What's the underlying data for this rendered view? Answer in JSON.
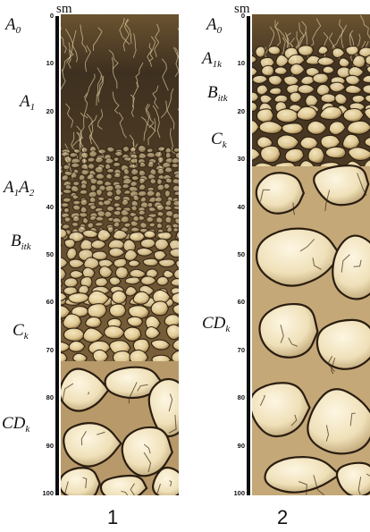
{
  "profile1": {
    "unit": "sm",
    "horizons": [
      {
        "main": "A",
        "sub": "0",
        "sub2": ""
      },
      {
        "main": "A",
        "sub": "1",
        "sub2": ""
      },
      {
        "main": "A",
        "sub": "1",
        "sub2": "A2"
      },
      {
        "main": "B",
        "sub": "itk",
        "sub2": ""
      },
      {
        "main": "C",
        "sub": "k",
        "sub2": ""
      },
      {
        "main": "CD",
        "sub": "k",
        "sub2": ""
      }
    ],
    "ticks": [
      "0",
      "10",
      "20",
      "30",
      "40",
      "50",
      "60",
      "70",
      "80",
      "90",
      "100"
    ],
    "number": "1"
  },
  "profile2": {
    "unit": "sm",
    "horizons": [
      {
        "main": "A",
        "sub": "0",
        "sub2": ""
      },
      {
        "main": "A",
        "sub": "1k",
        "sub2": ""
      },
      {
        "main": "B",
        "sub": "itk",
        "sub2": ""
      },
      {
        "main": "C",
        "sub": "k",
        "sub2": ""
      },
      {
        "main": "CD",
        "sub": "k",
        "sub2": ""
      }
    ],
    "ticks": [
      "0",
      "10",
      "20",
      "30",
      "40",
      "50",
      "60",
      "70",
      "80",
      "90",
      "100"
    ],
    "number": "2"
  },
  "colors": {
    "humus_dark": "#4a3a22",
    "soil_mid": "#8a6a3a",
    "clod_light": "#e6cf98",
    "rock_light": "#efe0b8",
    "crack": "#2a1d10"
  }
}
